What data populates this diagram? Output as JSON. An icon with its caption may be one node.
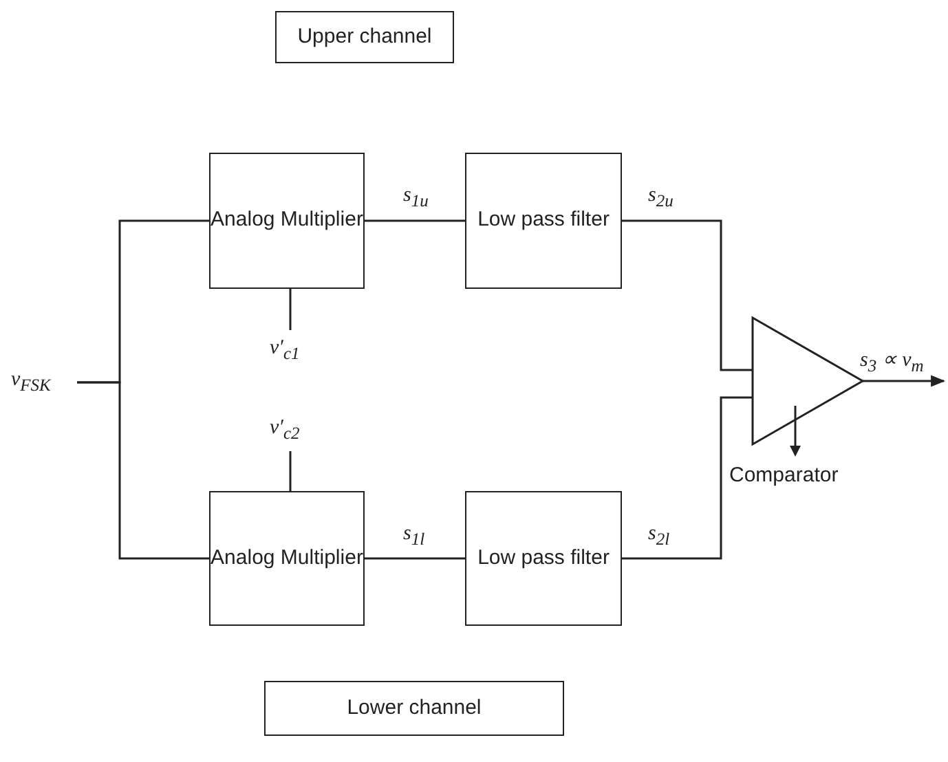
{
  "diagram": {
    "nodes": [
      {
        "text": [
          "Upper channel"
        ]
      },
      {
        "text": [
          "Analog Multiplier"
        ]
      },
      {
        "text": [
          "Low pass filter"
        ]
      },
      {
        "text": [
          "v$_{FSK}$"
        ]
      },
      {
        "text": [
          "v′$_{c1}$"
        ]
      },
      {
        "text": [
          "v′$_{c2}$"
        ]
      },
      {
        "text": [
          "Analog Multiplier"
        ]
      },
      {
        "text": [
          "Low pass filter"
        ]
      },
      {
        "text": [],
        "shape": "triangle",
        "beside": [
          "Comparator"
        ]
      },
      {
        "text": [
          "Lower channel"
        ]
      }
    ],
    "edges": [
      {
        "from": 3,
        "to": 1,
        "arrow": "none"
      },
      {
        "from": 3,
        "to": 6,
        "arrow": "none"
      },
      {
        "from": 1,
        "to": 2,
        "arrow": "none",
        "label": "s$_{1u}$"
      },
      {
        "from": 4,
        "to": 1,
        "arrow": "none"
      },
      {
        "from": 5,
        "to": 6,
        "arrow": "none"
      },
      {
        "from": 2,
        "to": 8,
        "arrow": "none",
        "label": "s$_{2u}$"
      },
      {
        "from": 6,
        "to": 7,
        "arrow": "none",
        "label": "s$_{1l}$"
      },
      {
        "from": 7,
        "to": 8,
        "arrow": "none",
        "label": "s$_{2l}$"
      },
      {
        "from": 8,
        "to": null,
        "arrow": "to",
        "label": "s$_{3}$ ∝ v$_{m}$"
      }
    ]
  }
}
